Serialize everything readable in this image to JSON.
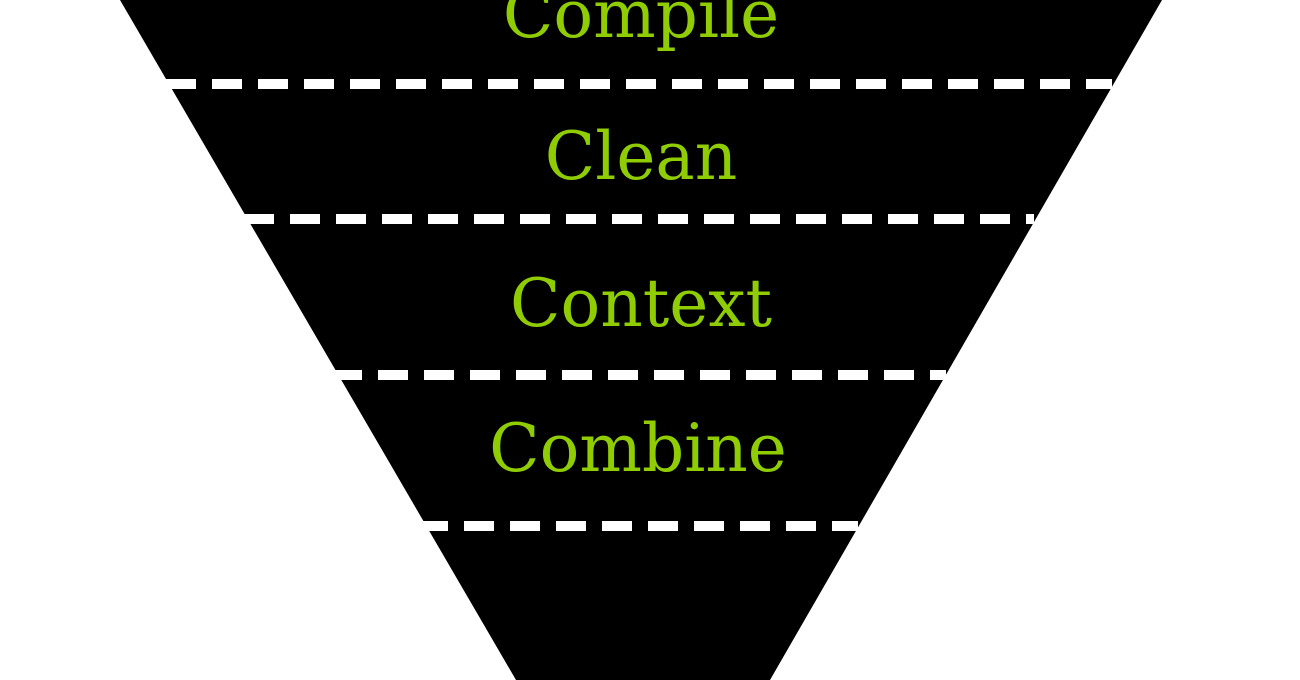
{
  "funnel": {
    "colors": {
      "body": "#000000",
      "label": "#8fcc00",
      "divider": "#ffffff",
      "background": "#ffffff"
    },
    "stages": [
      {
        "label": "Compile"
      },
      {
        "label": "Clean"
      },
      {
        "label": "Context"
      },
      {
        "label": "Combine"
      },
      {
        "label": ""
      }
    ]
  }
}
